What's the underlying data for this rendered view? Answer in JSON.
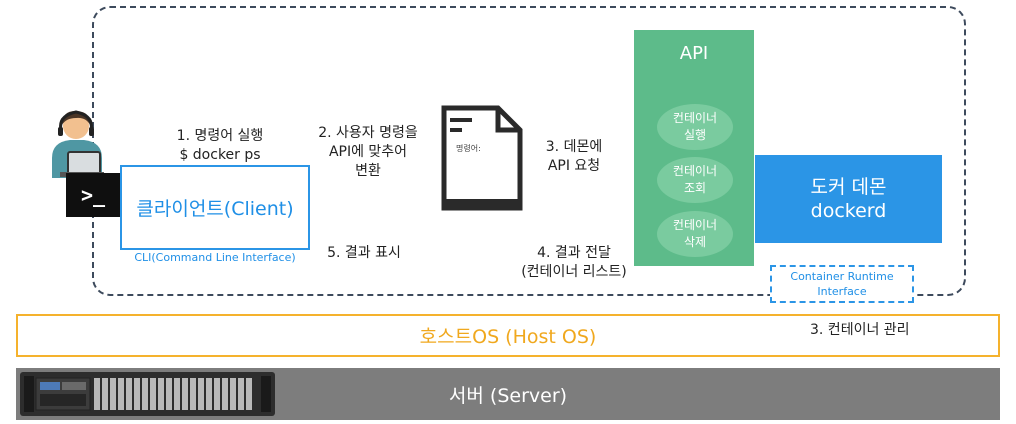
{
  "client": {
    "label": "클라이언트(Client)",
    "caption": "CLI(Command Line Interface)",
    "terminal_symbol": ">_"
  },
  "steps": {
    "s1_line1": "1. 명령어 실행",
    "s1_line2": "$ docker ps",
    "s2_line1": "2. 사용자 명령을",
    "s2_line2": "API에 맞추어",
    "s2_line3": "변환",
    "s3_line1": "3. 데몬에",
    "s3_line2": "API 요청",
    "s4_line1": "4. 결과 전달",
    "s4_line2": "(컨테이너 리스트)",
    "s5": "5. 결과 표시"
  },
  "document": {
    "text": "명령어:"
  },
  "api": {
    "title": "API",
    "ops": [
      {
        "line1": "컨테이너",
        "line2": "실행"
      },
      {
        "line1": "컨테이너",
        "line2": "조회"
      },
      {
        "line1": "컨테이너",
        "line2": "삭제"
      }
    ]
  },
  "daemon": {
    "line1": "도커 데몬",
    "line2": "dockerd"
  },
  "runtime": {
    "line1": "Container Runtime",
    "line2": "Interface"
  },
  "host_os": {
    "label": "호스트OS (Host OS)"
  },
  "container_management": "3. 컨테이너 관리",
  "server": {
    "label": "서버 (Server)"
  },
  "colors": {
    "accent_blue": "#2b95e6",
    "api_green": "#5dbb8a",
    "host_os_orange": "#f5b22d",
    "server_gray": "#7d7d7d"
  }
}
